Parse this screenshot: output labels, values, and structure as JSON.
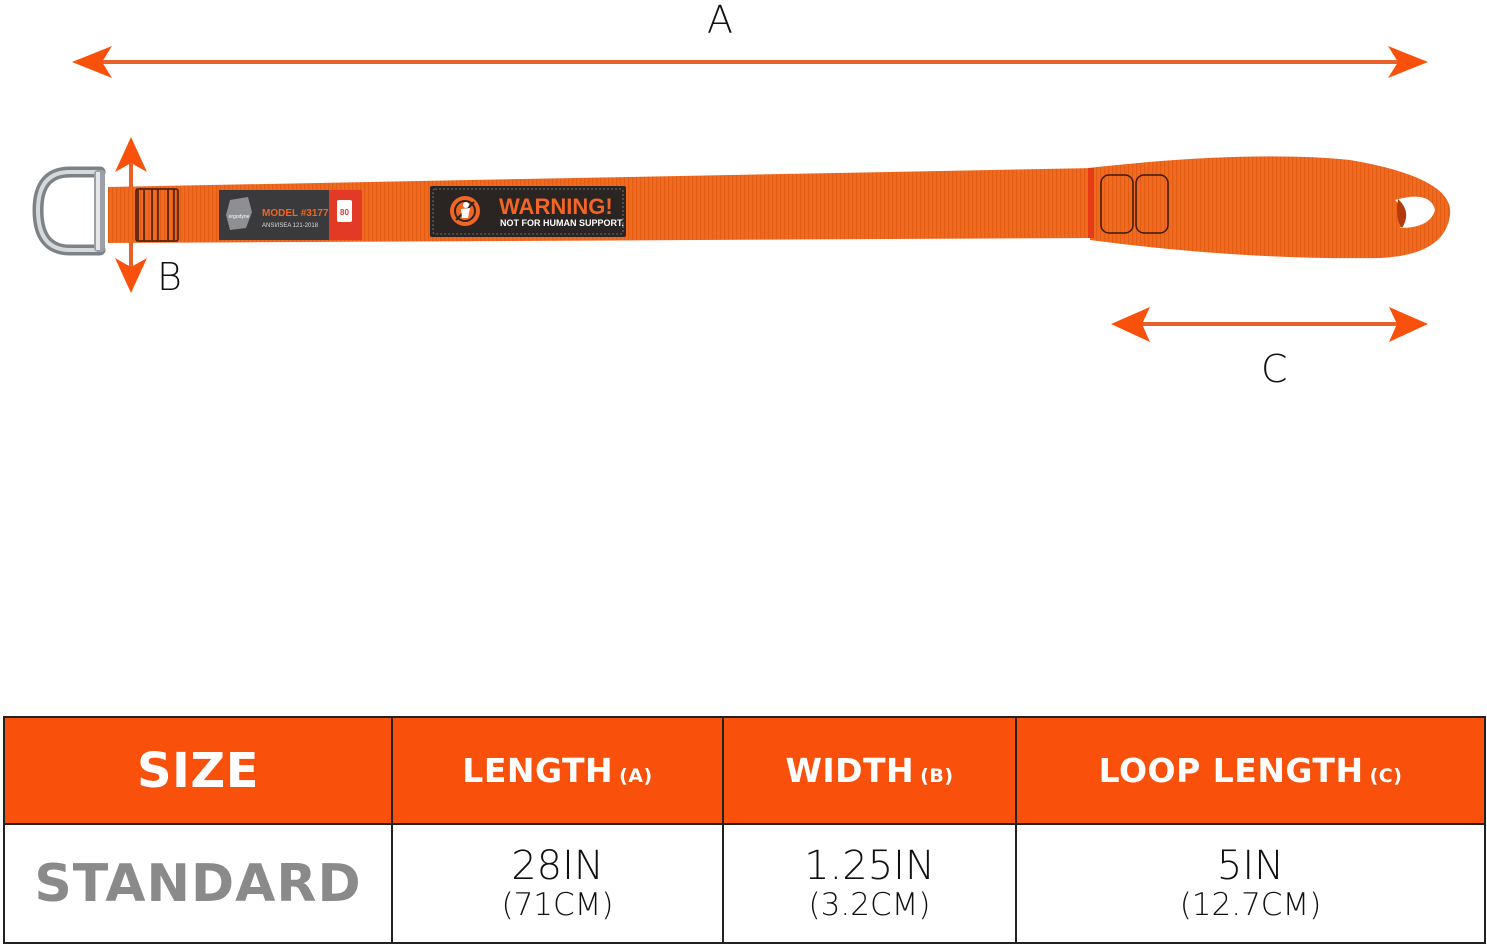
{
  "diagram": {
    "dimension_labels": {
      "a": "A",
      "b": "B",
      "c": "C"
    },
    "product_tags": {
      "brand": "ergodyne",
      "model": "MODEL #3177",
      "standard": "ANSI/ISEA 121-2018",
      "capacity": "80",
      "warning_title": "WARNING!",
      "warning_subtitle": "NOT FOR HUMAN SUPPORT."
    },
    "colors": {
      "arrow": "#f26522",
      "strap": "#f06a1f",
      "header": "#f9510b",
      "standard_text": "#8a8a8a"
    }
  },
  "table": {
    "headers": [
      {
        "label": "SIZE",
        "suffix": ""
      },
      {
        "label": "LENGTH",
        "suffix": "(A)"
      },
      {
        "label": "WIDTH",
        "suffix": "(B)"
      },
      {
        "label": "LOOP LENGTH",
        "suffix": "(C)"
      }
    ],
    "rows": [
      {
        "size": "STANDARD",
        "length_in": "28IN",
        "length_cm": "(71CM)",
        "width_in": "1.25IN",
        "width_cm": "(3.2CM)",
        "loop_in": "5IN",
        "loop_cm": "(12.7CM)"
      }
    ]
  }
}
